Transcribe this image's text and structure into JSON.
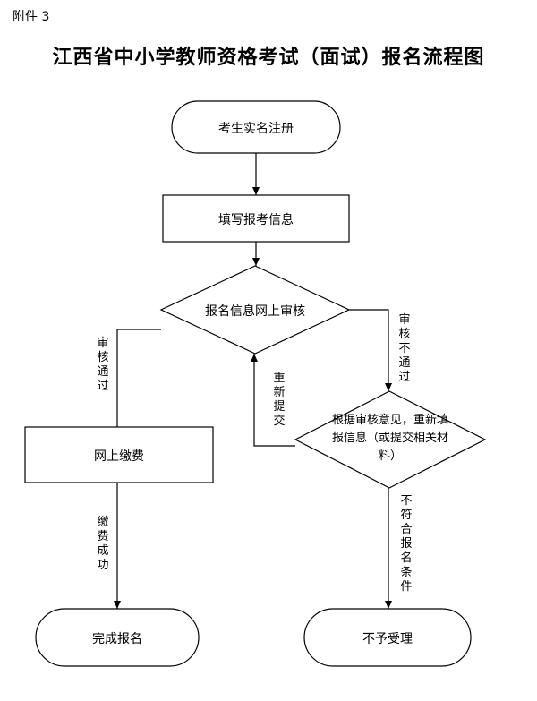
{
  "attachment": "附件 3",
  "title": "江西省中小学教师资格考试（面试）报名流程图",
  "nodes": {
    "register": "考生实名注册",
    "fill_info": "填写报考信息",
    "online_review": "报名信息网上审核",
    "pay_online": "网上缴费",
    "refill": "根据审核意见，重新填报信息（或提交相关材料）",
    "complete": "完成报名",
    "rejected": "不予受理"
  },
  "edges": {
    "review_passed": "审核通过",
    "review_failed": "审核不通过",
    "resubmit": "重新提交",
    "payment_success": "缴费成功",
    "not_eligible": "不符合报名条件"
  }
}
